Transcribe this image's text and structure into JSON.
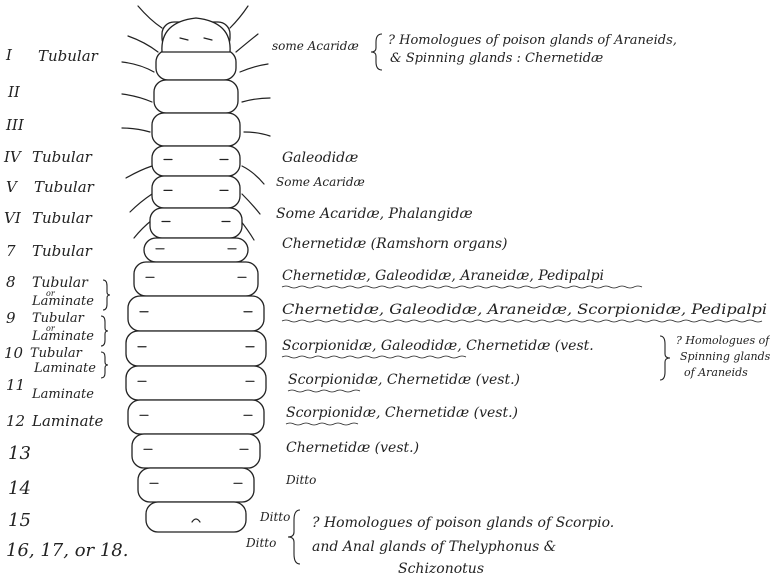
{
  "segment_labels": [
    {
      "num": "I",
      "desc": "Tubular"
    },
    {
      "num": "II",
      "desc": ""
    },
    {
      "num": "III",
      "desc": ""
    },
    {
      "num": "IV",
      "desc": "Tubular"
    },
    {
      "num": "V",
      "desc": "Tubular"
    },
    {
      "num": "VI",
      "desc": "Tubular"
    },
    {
      "num": "7",
      "desc": "Tubular"
    },
    {
      "num": "8",
      "desc": "Tubular",
      "desc2": "or",
      "desc3": "Laminate"
    },
    {
      "num": "9",
      "desc": "Tubular",
      "desc2": "or",
      "desc3": "Laminate"
    },
    {
      "num": "10",
      "desc": "Tubular",
      "desc2": "",
      "desc3": "Laminate"
    },
    {
      "num": "11",
      "desc": "Laminate"
    },
    {
      "num": "12",
      "desc": "Laminate"
    },
    {
      "num": "13",
      "desc": ""
    },
    {
      "num": "14",
      "desc": ""
    },
    {
      "num": "15",
      "desc": ""
    },
    {
      "num": "16, 17, or 18.",
      "desc": ""
    }
  ],
  "annotations": {
    "seg1_left": "some Acaridæ",
    "seg1_right_a": "? Homologues of poison glands of Araneids,",
    "seg1_right_b": "& Spinning glands : Chernetidæ",
    "seg4": "Galeodidæ",
    "seg5": "Some Acaridæ",
    "seg6": "Some Acaridæ, Phalangidæ",
    "seg7": "Chernetidæ (Ramshorn organs)",
    "seg8": "Chernetidæ, Galeodidæ, Araneidæ, Pedipalpi",
    "seg9": "Chernetidæ, Galeodidæ, Araneidæ, Scorpionidæ, Pedipalpi",
    "seg10": "Scorpionidæ, Galeodidæ, Chernetidæ (vest.",
    "seg11": "Scorpionidæ, Chernetidæ (vest.)",
    "seg12": "Scorpionidæ, Chernetidæ (vest.)",
    "seg13": "Chernetidæ (vest.)",
    "seg14": "Ditto",
    "seg15": "Ditto",
    "seg16": "Ditto",
    "bracket_10_11_a": "? Homologues of",
    "bracket_10_11_b": "Spinning glands",
    "bracket_10_11_c": "of Araneids",
    "bottom_a": "? Homologues of poison glands of Scorpio.",
    "bottom_b": "and Anal glands of Thelyphonus &",
    "bottom_c": "Schizonotus"
  }
}
